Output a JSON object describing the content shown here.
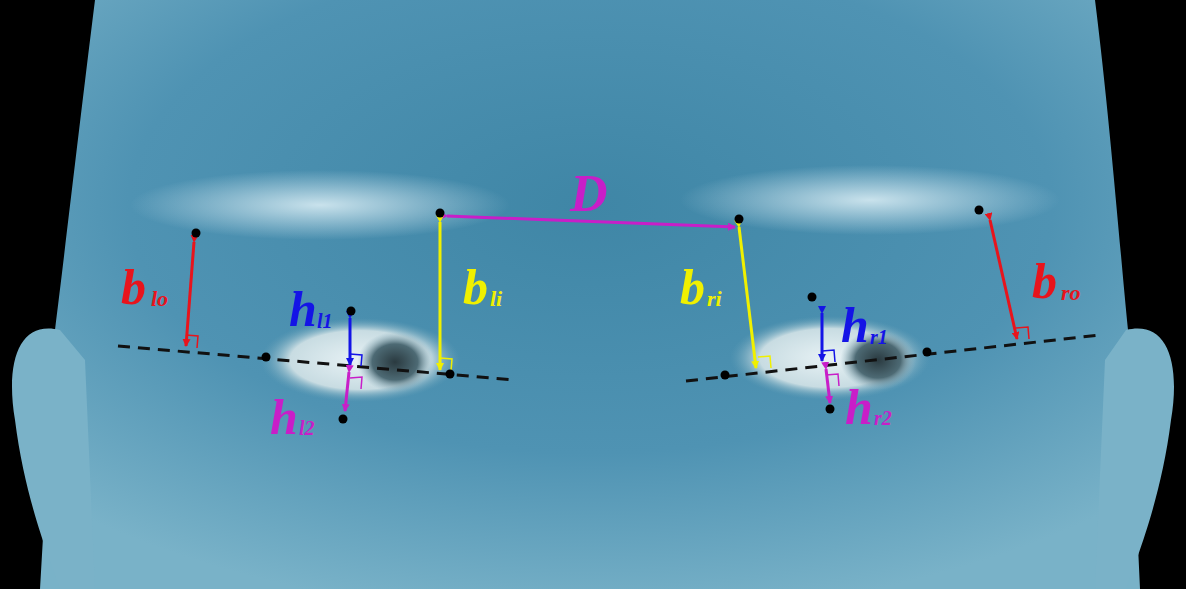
{
  "diagram": {
    "labels": [
      "D",
      "b",
      "lo",
      "h",
      "l1",
      "b",
      "li",
      "h",
      "l2",
      "b",
      "ri",
      "h",
      "r1",
      "h",
      "r2",
      "b",
      "ro"
    ]
  }
}
